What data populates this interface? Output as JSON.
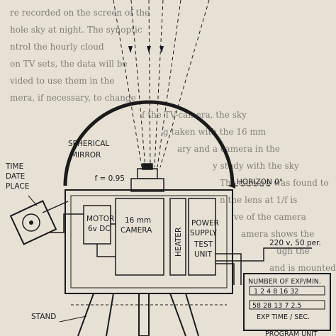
{
  "labels": {
    "spherical_mirror": "SPHERICAL",
    "spherical_mirror_2": "MIRROR",
    "time": "TIME",
    "date": "DATE",
    "place": "PLACE",
    "focal": "f = 0.95",
    "horizon": "HORIZON 0°",
    "motor": "MOTOR",
    "motor_voltage": "6v DC",
    "camera_size": "16 mm",
    "camera": "CAMERA",
    "heater": "HEATER",
    "power": "POWER",
    "supply": "SUPPLY",
    "test": "TEST",
    "unit": "UNIT",
    "mains": "220 v, 50 per.",
    "exp_number_title": "NUMBER OF EXP/MIN.",
    "exp_scale_top": "1  2  4  8  16  32",
    "exp_scale_bottom": "58  28  13  7  2.5",
    "exp_time_title": "EXP TIME / SEC.",
    "stand": "STAND",
    "program_unit": "PROGRAM UNIT"
  },
  "background_text": [
    "re recorded on the screen of the",
    "hole sky at night. The synoptic",
    "ntrol the hourly cloud",
    "on TV sets, the data will be",
    "vided to use them in the",
    "mera, if necessary, to change",
    "f the TV-camera, the sky",
    "g taken with the 16 mm",
    "ary and a camera in the",
    "y study with the sky",
    "The camera was found to",
    "n the lens at 1/f is",
    "ve of the camera",
    "amera shows the",
    "ugh the",
    "and is mounted"
  ]
}
